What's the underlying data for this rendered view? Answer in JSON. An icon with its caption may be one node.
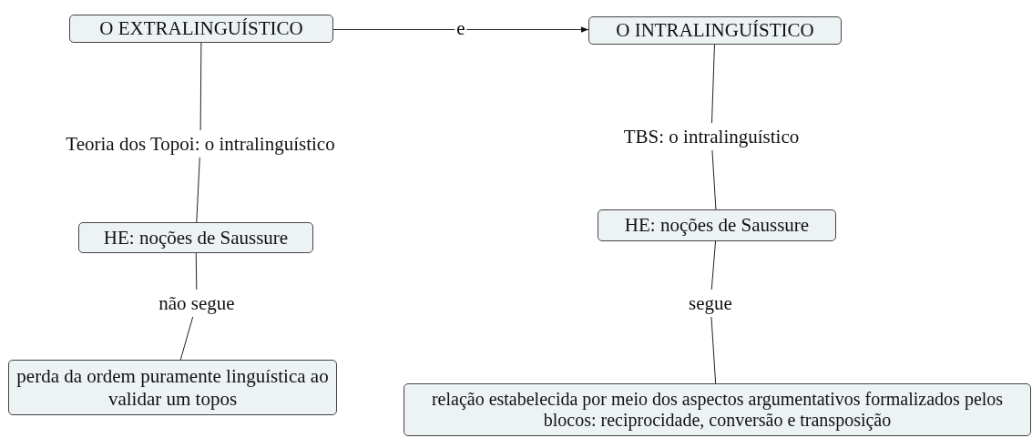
{
  "diagram": {
    "nodes": [
      {
        "text": [
          "O EXTRALINGUÍSTICO"
        ]
      },
      {
        "text": [
          "O INTRALINGUÍSTICO"
        ]
      },
      {
        "text": [
          "Teoria dos Topoi: o intralinguístico"
        ]
      },
      {
        "text": [
          "HE: noções de Saussure"
        ]
      },
      {
        "text": [
          "não segue"
        ]
      },
      {
        "text": [
          "perda da ordem puramente linguística ao validar um topos"
        ]
      },
      {
        "text": [
          "TBS: o intralinguístico"
        ]
      },
      {
        "text": [
          "HE: noções de Saussure"
        ]
      },
      {
        "text": [
          "segue"
        ]
      },
      {
        "text": [
          "relação estabelecida por meio dos aspectos argumentativos formalizados pelos blocos: reciprocidade, conversão e transposição"
        ]
      }
    ],
    "edges": [
      {
        "from": 0,
        "to": 1,
        "arrow": "to",
        "label": "e"
      },
      {
        "from": 0,
        "to": 2,
        "arrow": "none"
      },
      {
        "from": 2,
        "to": 3,
        "arrow": "none"
      },
      {
        "from": 3,
        "to": 4,
        "arrow": "none"
      },
      {
        "from": 4,
        "to": 5,
        "arrow": "none"
      },
      {
        "from": 1,
        "to": 6,
        "arrow": "none"
      },
      {
        "from": 6,
        "to": 7,
        "arrow": "none"
      },
      {
        "from": 7,
        "to": 8,
        "arrow": "none"
      },
      {
        "from": 8,
        "to": 9,
        "arrow": "none"
      }
    ]
  }
}
